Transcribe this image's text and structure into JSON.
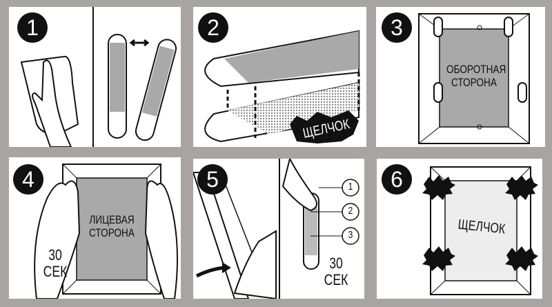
{
  "colors": {
    "background": "#a8a4a1",
    "panel": "#ffffff",
    "ink": "#111111",
    "gray_fill": "#a9a9a9"
  },
  "steps": [
    {
      "number": "1"
    },
    {
      "number": "2",
      "label": "ЩЕЛЧОК"
    },
    {
      "number": "3",
      "label_line1": "ОБОРОТНАЯ",
      "label_line2": "СТОРОНА"
    },
    {
      "number": "4",
      "label_line1": "ЛИЦЕВАЯ",
      "label_line2": "СТОРОНА",
      "time_value": "30",
      "time_unit": "СЕК"
    },
    {
      "number": "5",
      "callouts": [
        "1",
        "2",
        "3"
      ],
      "time_value": "30",
      "time_unit": "СЕК"
    },
    {
      "number": "6",
      "label": "ЩЕЛЧОК"
    }
  ]
}
